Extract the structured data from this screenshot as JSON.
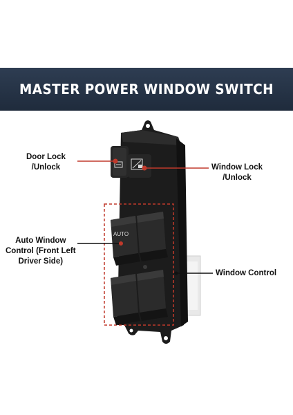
{
  "banner": {
    "title": "MASTER POWER WINDOW SWITCH"
  },
  "callouts": {
    "door_lock": {
      "line1": "Door Lock",
      "line2": "/Unlock"
    },
    "window_lock": {
      "line1": "Window Lock",
      "line2": "/Unlock"
    },
    "auto_window": {
      "line1": "Auto Window",
      "line2": "Control (Front Left",
      "line3": "Driver Side)"
    },
    "window_control": {
      "line1": "Window Control"
    }
  },
  "switch": {
    "auto_label": "AUTO"
  },
  "colors": {
    "banner": "#24324a",
    "accent_red": "#c0392b",
    "housing": "#1c1c1c"
  }
}
